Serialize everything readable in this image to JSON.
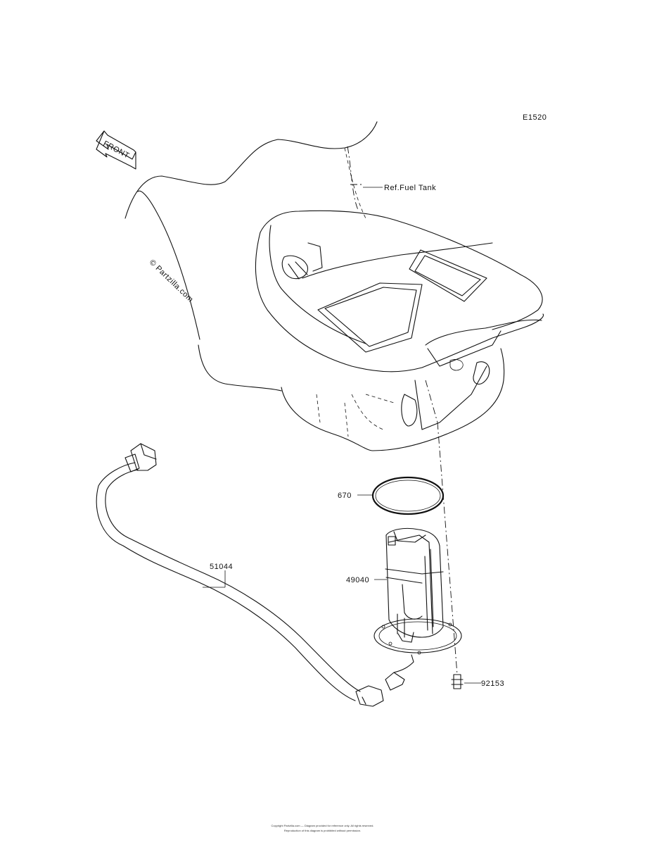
{
  "diagram_code": "E1520",
  "front_label": "FRONT",
  "watermark": "© Partzilla.com",
  "ref_label": "Ref.Fuel Tank",
  "parts": {
    "gasket": "670",
    "pump": "49040",
    "hose": "51044",
    "bolt": "92153"
  },
  "footer": {
    "line1": "Copyright Partzilla.com — Diagram provided for reference only. All rights reserved.",
    "line2": "Reproduction of this diagram is prohibited without permission."
  }
}
